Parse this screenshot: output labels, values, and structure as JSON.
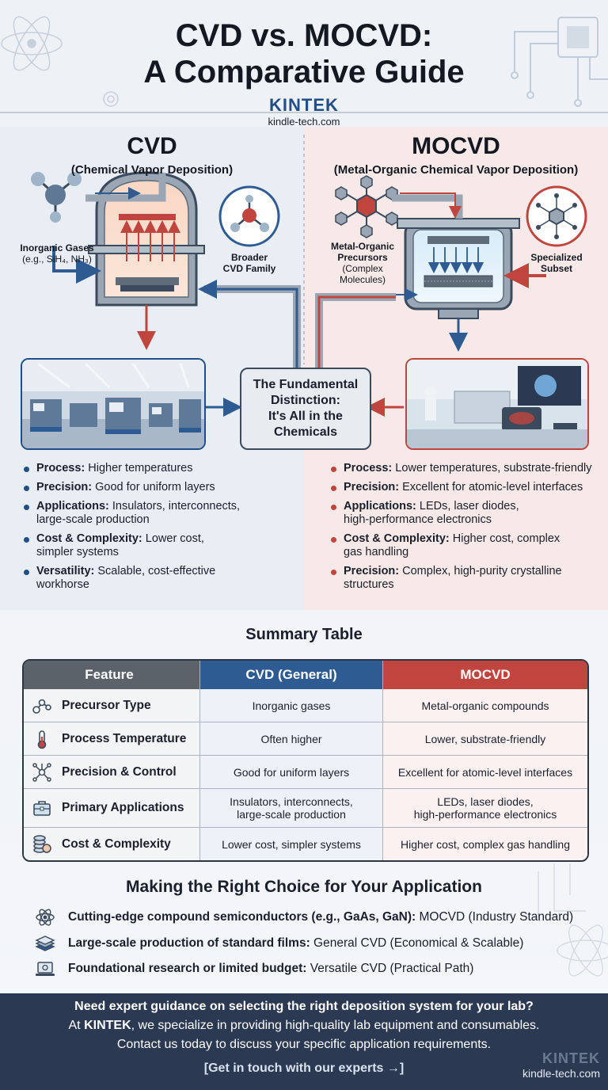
{
  "header": {
    "title_line1": "CVD vs. MOCVD:",
    "title_line2": "A Comparative Guide",
    "brand_name": "KINTEK",
    "brand_url": "kindle-tech.com"
  },
  "cvd": {
    "title": "CVD",
    "subtitle": "(Chemical Vapor Deposition)",
    "gas_label_line1": "Inorganic Gases",
    "gas_label_line2": "(e.g., SiH₄, NH₃)",
    "family_label_line1": "Broader",
    "family_label_line2": "CVD Family",
    "bullets": [
      {
        "term": "Process:",
        "text": "Higher temperatures"
      },
      {
        "term": "Precision:",
        "text": "Good for uniform layers"
      },
      {
        "term": "Applications:",
        "text": "Insulators, interconnects,",
        "text2": "large-scale production"
      },
      {
        "term": "Cost & Complexity:",
        "text": "Lower cost,",
        "text2": "simpler systems"
      },
      {
        "term": "Versatility:",
        "text": "Scalable, cost-effective",
        "text2": "workhorse"
      }
    ]
  },
  "mocvd": {
    "title": "MOCVD",
    "subtitle": "(Metal-Organic Chemical Vapor Deposition)",
    "precursor_label_line1": "Metal-Organic",
    "precursor_label_line2": "Precursors",
    "precursor_label_line3": "(Complex",
    "precursor_label_line4": "Molecules)",
    "subset_label_line1": "Specialized",
    "subset_label_line2": "Subset",
    "bullets": [
      {
        "term": "Process:",
        "text": "Lower temperatures, substrate-friendly"
      },
      {
        "term": "Precision:",
        "text": "Excellent for atomic-level interfaces"
      },
      {
        "term": "Applications:",
        "text": "LEDs, laser diodes,",
        "text2": "high-performance electronics"
      },
      {
        "term": "Cost & Complexity:",
        "text": "Higher cost, complex",
        "text2": "gas handling"
      },
      {
        "term": "Precision:",
        "text": "Complex, high-purity crystalline",
        "text2": "structures"
      }
    ]
  },
  "center": {
    "line1": "The Fundamental",
    "line2": "Distinction:",
    "line3": "It's All in the",
    "line4": "Chemicals"
  },
  "summary": {
    "title": "Summary Table",
    "headers": [
      "Feature",
      "CVD (General)",
      "MOCVD"
    ],
    "rows": [
      {
        "icon": "molecule-icon",
        "feature": "Precursor Type",
        "cvd": "Inorganic gases",
        "cvd2": "",
        "mocvd": "Metal-organic compounds",
        "mocvd2": ""
      },
      {
        "icon": "thermometer-icon",
        "feature": "Process Temperature",
        "cvd": "Often higher",
        "cvd2": "",
        "mocvd": "Lower, substrate-friendly",
        "mocvd2": ""
      },
      {
        "icon": "network-icon",
        "feature": "Precision & Control",
        "cvd": "Good for uniform layers",
        "cvd2": "",
        "mocvd": "Excellent for atomic-level interfaces",
        "mocvd2": ""
      },
      {
        "icon": "briefcase-icon",
        "feature": "Primary Applications",
        "cvd": "Insulators, interconnects,",
        "cvd2": "large-scale production",
        "mocvd": "LEDs, laser diodes,",
        "mocvd2": "high-performance electronics"
      },
      {
        "icon": "coins-icon",
        "feature": "Cost & Complexity",
        "cvd": "Lower cost, simpler systems",
        "cvd2": "",
        "mocvd": "Higher cost, complex gas handling",
        "mocvd2": ""
      }
    ]
  },
  "choice": {
    "title": "Making the Right Choice for Your Application",
    "items": [
      {
        "icon": "atom-icon",
        "bold": "Cutting-edge compound semiconductors (e.g., GaAs, GaN):",
        "text": " MOCVD (Industry Standard)"
      },
      {
        "icon": "layers-icon",
        "bold": "Large-scale production of standard films:",
        "text": " General CVD (Economical & Scalable)"
      },
      {
        "icon": "laptop-icon",
        "bold": "Foundational research or limited budget:",
        "text": " Versatile CVD (Practical Path)"
      }
    ]
  },
  "footer": {
    "line1": "Need expert guidance on selecting the right deposition system for your lab?",
    "line2_prefix": "At ",
    "line2_brand": "KINTEK",
    "line2_rest": ", we specialize in providing high-quality lab equipment and consumables.",
    "line3": "Contact us today to discuss your specific application requirements.",
    "cta": "[Get in touch with our experts →]",
    "brand_name": "KINTEK",
    "brand_url": "kindle-tech.com"
  },
  "colors": {
    "cvd_blue": "#2d5b92",
    "mocvd_red": "#c0453f",
    "footer_navy": "#2b3a52"
  }
}
